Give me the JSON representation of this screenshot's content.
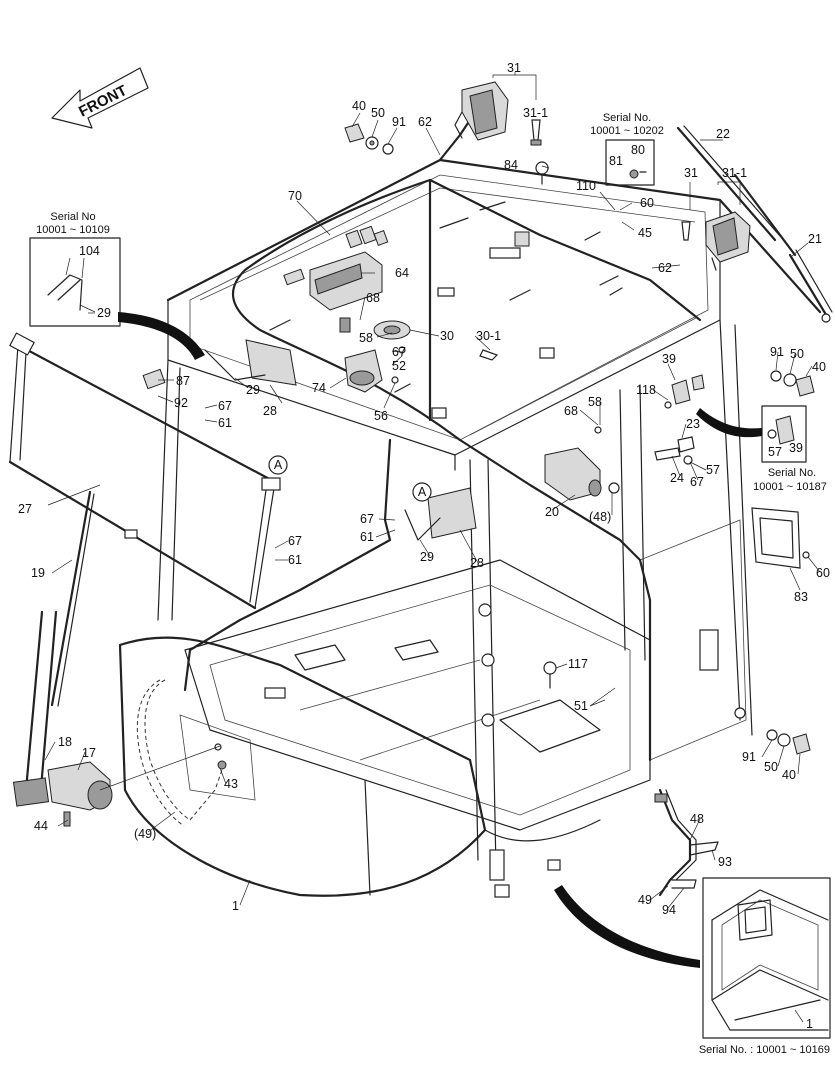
{
  "front_label": "FRONT",
  "insets": {
    "top_left": {
      "serial_line1": "Serial No",
      "serial_line2": "10001 ~ 10109"
    },
    "top_right": {
      "serial_line1": "Serial No.",
      "serial_line2": "10001 ~ 10202"
    },
    "right": {
      "serial_line1": "Serial No.",
      "serial_line2": "10001 ~ 10187"
    },
    "bottom_right": {
      "serial_line": "Serial No. : 10001 ~ 10169"
    }
  },
  "callouts": [
    {
      "id": "c1",
      "text": "31"
    },
    {
      "id": "c2",
      "text": "31-1"
    },
    {
      "id": "c3",
      "text": "40"
    },
    {
      "id": "c4",
      "text": "50"
    },
    {
      "id": "c5",
      "text": "91"
    },
    {
      "id": "c6",
      "text": "62"
    },
    {
      "id": "c7",
      "text": "84"
    },
    {
      "id": "c8",
      "text": "80"
    },
    {
      "id": "c9",
      "text": "81"
    },
    {
      "id": "c10",
      "text": "22"
    },
    {
      "id": "c11",
      "text": "31"
    },
    {
      "id": "c12",
      "text": "31-1"
    },
    {
      "id": "c13",
      "text": "110"
    },
    {
      "id": "c14",
      "text": "60"
    },
    {
      "id": "c15",
      "text": "45"
    },
    {
      "id": "c16",
      "text": "70"
    },
    {
      "id": "c17",
      "text": "104"
    },
    {
      "id": "c18",
      "text": "29"
    },
    {
      "id": "c19",
      "text": "64"
    },
    {
      "id": "c20",
      "text": "62"
    },
    {
      "id": "c21",
      "text": "21"
    },
    {
      "id": "c22",
      "text": "68"
    },
    {
      "id": "c23",
      "text": "58"
    },
    {
      "id": "c24",
      "text": "30"
    },
    {
      "id": "c25",
      "text": "30-1"
    },
    {
      "id": "c26",
      "text": "67"
    },
    {
      "id": "c27",
      "text": "52"
    },
    {
      "id": "c28",
      "text": "74"
    },
    {
      "id": "c29",
      "text": "56"
    },
    {
      "id": "c30",
      "text": "87"
    },
    {
      "id": "c31",
      "text": "92"
    },
    {
      "id": "c32",
      "text": "29"
    },
    {
      "id": "c33",
      "text": "28"
    },
    {
      "id": "c34",
      "text": "67"
    },
    {
      "id": "c35",
      "text": "61"
    },
    {
      "id": "c36",
      "text": "91"
    },
    {
      "id": "c37",
      "text": "50"
    },
    {
      "id": "c38",
      "text": "40"
    },
    {
      "id": "c39",
      "text": "39"
    },
    {
      "id": "c40",
      "text": "118"
    },
    {
      "id": "c41",
      "text": "68"
    },
    {
      "id": "c42",
      "text": "58"
    },
    {
      "id": "c43",
      "text": "23"
    },
    {
      "id": "c44",
      "text": "57"
    },
    {
      "id": "c45",
      "text": "39"
    },
    {
      "id": "c46",
      "text": "24"
    },
    {
      "id": "c47",
      "text": "67"
    },
    {
      "id": "c48",
      "text": "57"
    },
    {
      "id": "c49",
      "text": "A"
    },
    {
      "id": "c50",
      "text": "27"
    },
    {
      "id": "c51",
      "text": "A"
    },
    {
      "id": "c52",
      "text": "20"
    },
    {
      "id": "c53",
      "text": "(48)"
    },
    {
      "id": "c54",
      "text": "67"
    },
    {
      "id": "c55",
      "text": "61"
    },
    {
      "id": "c56",
      "text": "29"
    },
    {
      "id": "c57",
      "text": "28"
    },
    {
      "id": "c58",
      "text": "67"
    },
    {
      "id": "c59",
      "text": "61"
    },
    {
      "id": "c60",
      "text": "19"
    },
    {
      "id": "c61",
      "text": "60"
    },
    {
      "id": "c62",
      "text": "83"
    },
    {
      "id": "c63",
      "text": "117"
    },
    {
      "id": "c64",
      "text": "51"
    },
    {
      "id": "c65",
      "text": "18"
    },
    {
      "id": "c66",
      "text": "17"
    },
    {
      "id": "c67",
      "text": "43"
    },
    {
      "id": "c68",
      "text": "44"
    },
    {
      "id": "c69",
      "text": "(49)"
    },
    {
      "id": "c70",
      "text": "91"
    },
    {
      "id": "c71",
      "text": "50"
    },
    {
      "id": "c72",
      "text": "40"
    },
    {
      "id": "c73",
      "text": "48"
    },
    {
      "id": "c74",
      "text": "93"
    },
    {
      "id": "c75",
      "text": "1"
    },
    {
      "id": "c76",
      "text": "49"
    },
    {
      "id": "c77",
      "text": "94"
    },
    {
      "id": "c78",
      "text": "1"
    }
  ]
}
